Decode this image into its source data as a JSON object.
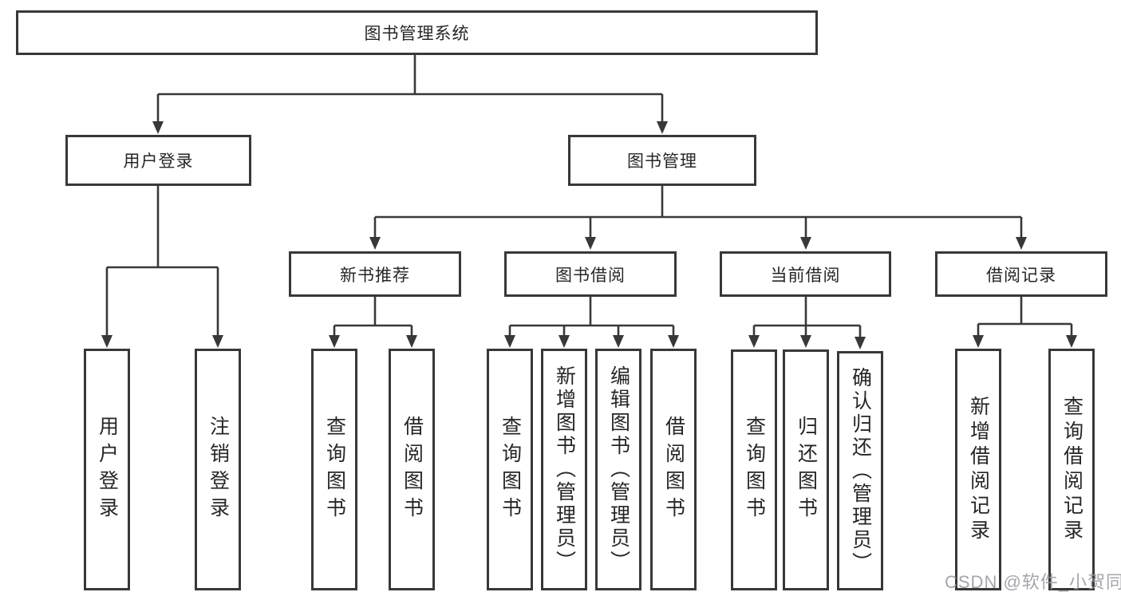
{
  "diagram": {
    "type": "hierarchy-tree",
    "nodes": {
      "root": "图书管理系统",
      "user_login": "用户登录",
      "book_mgmt": "图书管理",
      "login_user": "用户登录",
      "login_logout": "注销登录",
      "new_book": "新书推荐",
      "book_borrow": "图书借阅",
      "current_borrow": "当前借阅",
      "borrow_record": "借阅记录",
      "nb_query": "查询图书",
      "nb_borrow": "借阅图书",
      "bb_query": "查询图书",
      "bb_add": "新增图书（管理员）",
      "bb_edit": "编辑图书（管理员）",
      "bb_borrow": "借阅图书",
      "cb_query": "查询图书",
      "cb_return": "归还图书",
      "cb_confirm": "确认归还（管理员）",
      "br_add": "新增借阅记录",
      "br_query": "查询借阅记录"
    },
    "edges": [
      [
        "root",
        "user_login"
      ],
      [
        "root",
        "book_mgmt"
      ],
      [
        "user_login",
        "login_user"
      ],
      [
        "user_login",
        "login_logout"
      ],
      [
        "book_mgmt",
        "new_book"
      ],
      [
        "book_mgmt",
        "book_borrow"
      ],
      [
        "book_mgmt",
        "current_borrow"
      ],
      [
        "book_mgmt",
        "borrow_record"
      ],
      [
        "new_book",
        "nb_query"
      ],
      [
        "new_book",
        "nb_borrow"
      ],
      [
        "book_borrow",
        "bb_query"
      ],
      [
        "book_borrow",
        "bb_add"
      ],
      [
        "book_borrow",
        "bb_edit"
      ],
      [
        "book_borrow",
        "bb_borrow"
      ],
      [
        "current_borrow",
        "cb_query"
      ],
      [
        "current_borrow",
        "cb_return"
      ],
      [
        "current_borrow",
        "cb_confirm"
      ],
      [
        "borrow_record",
        "br_add"
      ],
      [
        "borrow_record",
        "br_query"
      ]
    ]
  },
  "watermark": "CSDN @软件_小贺同学",
  "colors": {
    "line": "#383838",
    "text": "#262626",
    "background": "#ffffff",
    "watermark": "#9999a1"
  }
}
